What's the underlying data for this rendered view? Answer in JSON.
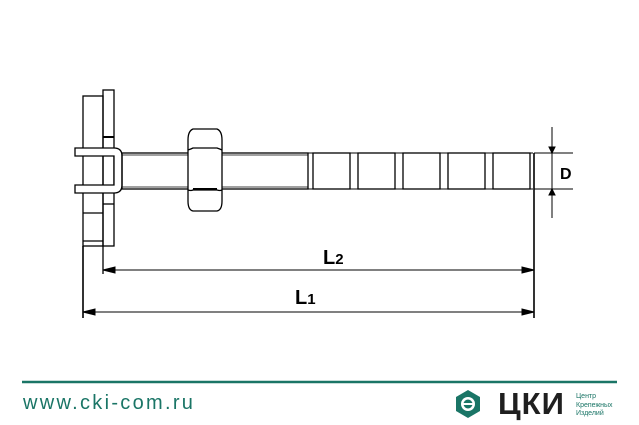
{
  "drawing": {
    "dimension_labels": {
      "l2": "L",
      "l2_sub": "2",
      "l1": "L",
      "l1_sub": "1",
      "diameter": "D"
    },
    "thread_segments": 5
  },
  "footer": {
    "url": "www.cki-com.ru",
    "brand": "ЦКИ",
    "brand_subtitle": [
      "Центр",
      "Крепежных",
      "Изделий"
    ],
    "accent_color": "#1a7566"
  }
}
